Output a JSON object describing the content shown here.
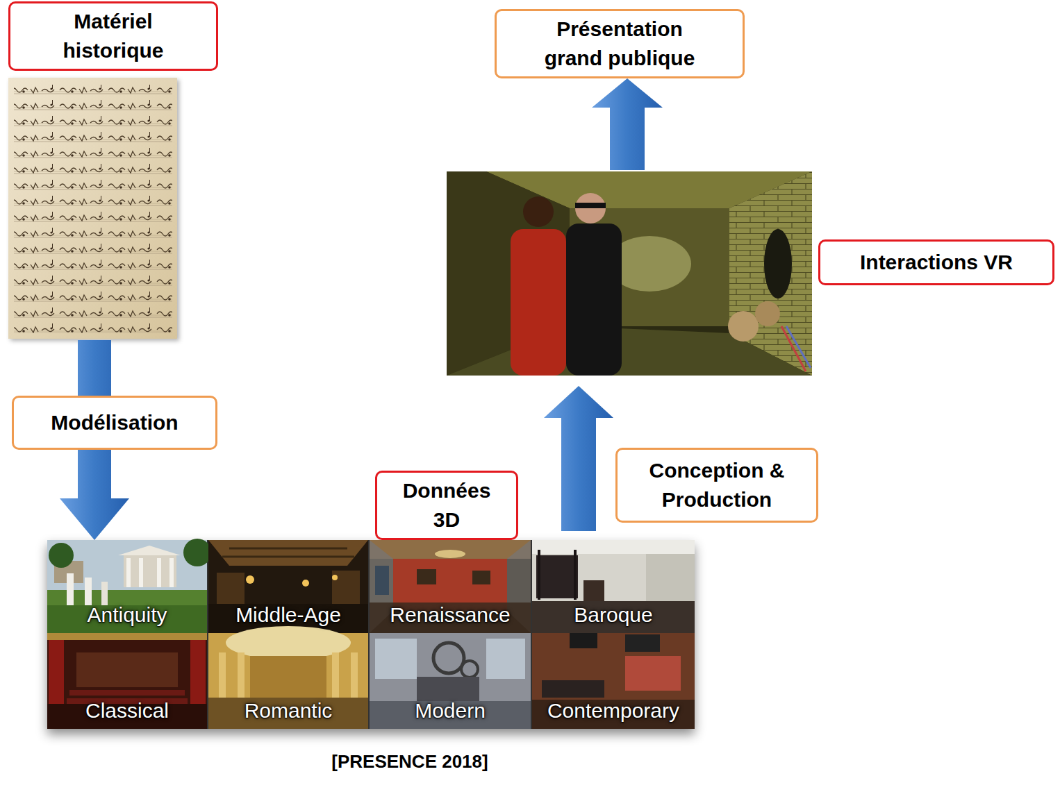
{
  "diagram": {
    "caption": "[PRESENCE 2018]",
    "nodes": [
      {
        "text": [
          "Matériel historique"
        ]
      },
      {
        "text": [
          "Données 3D"
        ]
      },
      {
        "text": [
          "Antiquity"
        ],
        "in": 1
      },
      {
        "text": [
          "Middle-Age"
        ],
        "in": 1
      },
      {
        "text": [
          "Renaissance"
        ],
        "in": 1
      },
      {
        "text": [
          "Baroque"
        ],
        "in": 1
      },
      {
        "text": [
          "Classical"
        ],
        "in": 1
      },
      {
        "text": [
          "Romantic"
        ],
        "in": 1
      },
      {
        "text": [
          "Modern"
        ],
        "in": 1
      },
      {
        "text": [
          "Contemporary"
        ],
        "in": 1
      },
      {
        "text": [
          "Interactions VR"
        ]
      },
      {
        "text": [
          "Présentation grand publique"
        ]
      }
    ],
    "edges": [
      {
        "from": 0,
        "to": 1,
        "arrow": "to",
        "label": "Modélisation"
      },
      {
        "from": 1,
        "to": 10,
        "arrow": "to",
        "label": "Conception & Production"
      },
      {
        "from": 10,
        "to": 11,
        "arrow": "to"
      }
    ]
  }
}
